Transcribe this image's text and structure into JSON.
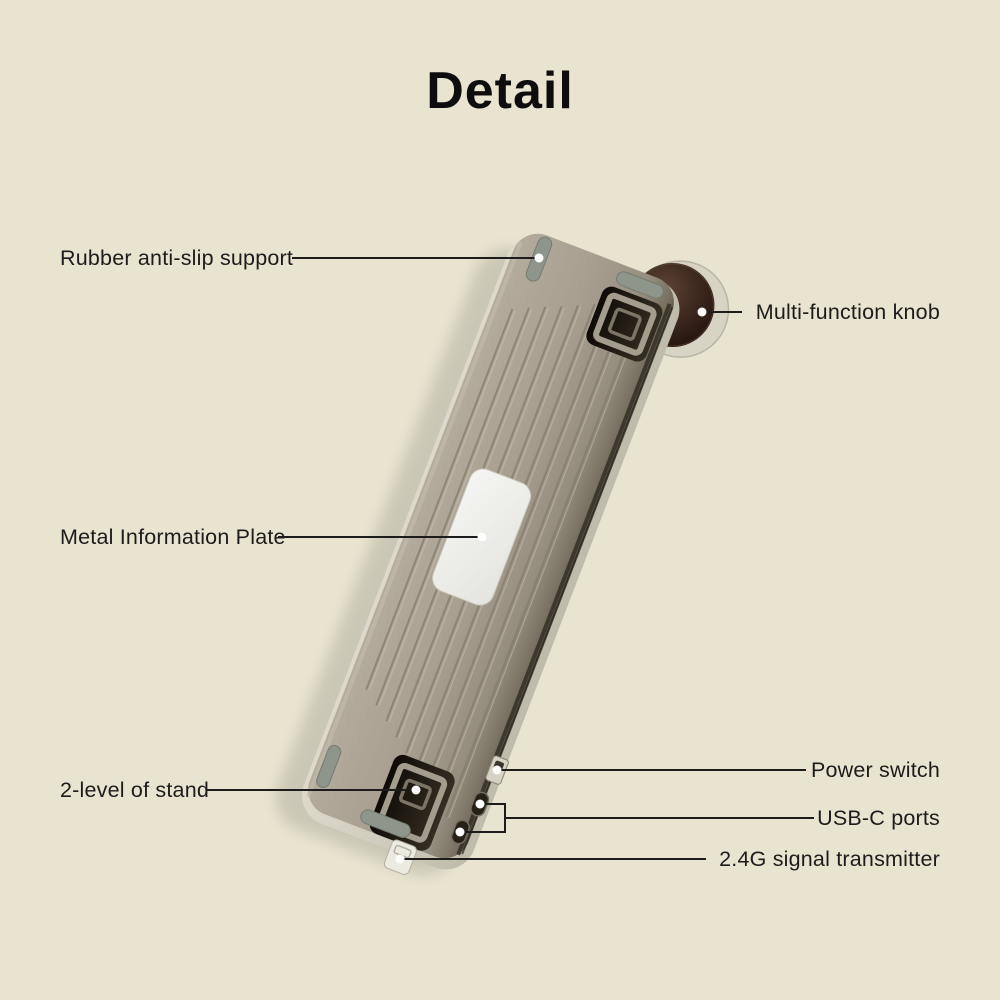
{
  "title": "Detail",
  "callouts": [
    {
      "id": "rubber-anti-slip-support",
      "label": "Rubber anti-slip support"
    },
    {
      "id": "multi-function-knob",
      "label": "Multi-function knob"
    },
    {
      "id": "metal-information-plate",
      "label": "Metal Information Plate"
    },
    {
      "id": "two-level-stand",
      "label": "2-level of stand"
    },
    {
      "id": "power-switch",
      "label": "Power switch"
    },
    {
      "id": "usb-c-ports",
      "label": "USB-C ports"
    },
    {
      "id": "signal-transmitter",
      "label": "2.4G signal transmitter"
    }
  ],
  "illustration": {
    "subject": "keyboard-bottom-back-view",
    "parts": [
      "rubber-foot",
      "rubber-foot",
      "rubber-foot",
      "rubber-foot",
      "multi-function-knob",
      "flip-out-stand-upper",
      "flip-out-stand-lower",
      "metal-information-plate",
      "power-switch",
      "usb-c-port",
      "usb-c-port",
      "2.4g-dongle"
    ]
  },
  "colors": {
    "background": "#e9e4d0",
    "title_text": "#0d0d0d",
    "label_text": "#1c1c1c",
    "callout_line": "#1c1c1c",
    "callout_dot": "#ffffff",
    "keyboard_surface": "#a89f90",
    "keyboard_side": "#cfcbbc",
    "keyboard_crevice": "#2e2921",
    "groove": "#857d6d",
    "rubber_foot": "#8e958a",
    "knob": "#322017",
    "info_plate": "#f0f0ee",
    "stand_recess": "#17120c",
    "dongle": "#ecebe2"
  }
}
